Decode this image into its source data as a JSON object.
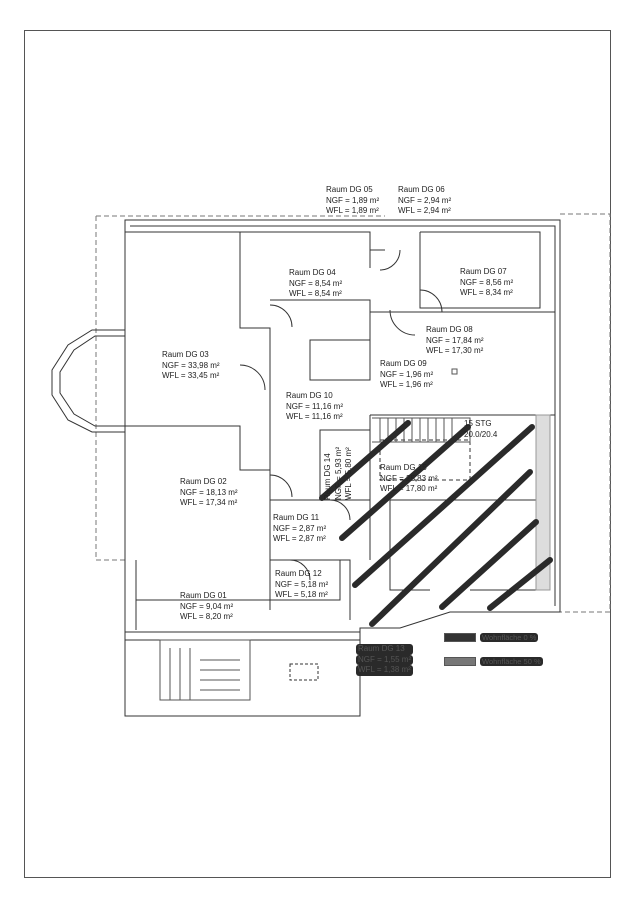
{
  "rooms": [
    {
      "name": "Raum DG 05",
      "ngf": "NGF = 1,89 m²",
      "wfl": "WFL = 1,89 m²"
    },
    {
      "name": "Raum DG 06",
      "ngf": "NGF = 2,94 m²",
      "wfl": "WFL = 2,94 m²"
    },
    {
      "name": "Raum DG 04",
      "ngf": "NGF = 8,54 m²",
      "wfl": "WFL = 8,54 m²"
    },
    {
      "name": "Raum DG 07",
      "ngf": "NGF = 8,56 m²",
      "wfl": "WFL = 8,34 m²"
    },
    {
      "name": "Raum DG 03",
      "ngf": "NGF = 33,98 m²",
      "wfl": "WFL = 33,45 m²"
    },
    {
      "name": "Raum DG 08",
      "ngf": "NGF = 17,84 m²",
      "wfl": "WFL = 17,30 m²"
    },
    {
      "name": "Raum DG 09",
      "ngf": "NGF = 1,96 m²",
      "wfl": "WFL = 1,96 m²"
    },
    {
      "name": "Raum DG 10",
      "ngf": "NGF = 11,16 m²",
      "wfl": "WFL = 11,16 m²"
    },
    {
      "name": "Raum DG 15",
      "ngf": "NGF = 25,83 m²",
      "wfl": "WFL = 17,80 m²"
    },
    {
      "name": "Raum DG 02",
      "ngf": "NGF = 18,13 m²",
      "wfl": "WFL = 17,34 m²"
    },
    {
      "name": "Raum DG 11",
      "ngf": "NGF = 2,87 m²",
      "wfl": "WFL = 2,87 m²"
    },
    {
      "name": "Raum DG 12",
      "ngf": "NGF = 5,18 m²",
      "wfl": "WFL = 5,18 m²"
    },
    {
      "name": "Raum DG 01",
      "ngf": "NGF = 9,04 m²",
      "wfl": "WFL = 8,20 m²"
    },
    {
      "name": "Raum DG 14",
      "ngf": "NGF = 5,93 m²",
      "wfl": "WFL = 5,80 m²"
    },
    {
      "name": "Raum DG 13",
      "ngf": "NGF = 1,55 m²",
      "wfl": "WFL = 1,38 m²"
    }
  ],
  "stair": {
    "label": "15 STG",
    "ratio": "20.0/20.4"
  },
  "legend": [
    {
      "label": "Wohnfläche 0 %",
      "color": "#333333"
    },
    {
      "label": "Wohnfläche 50 %",
      "color": "#777777"
    }
  ]
}
